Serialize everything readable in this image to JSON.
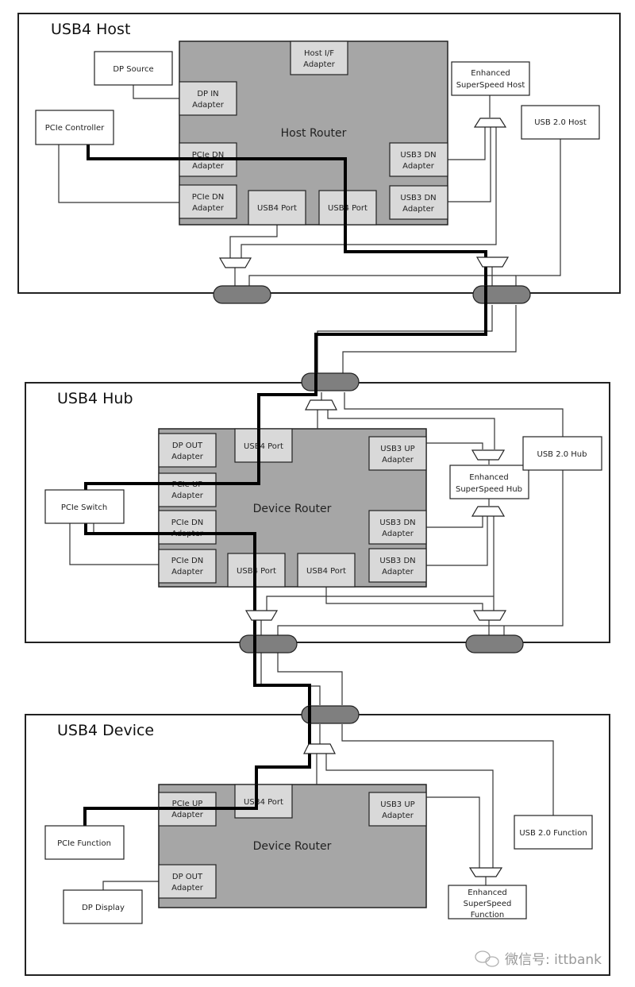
{
  "diagram": {
    "title": "USB4 Host / Hub / Device topology",
    "colors": {
      "router_fill": "#a6a6a6",
      "adapter_fill": "#d9d9d9",
      "cable_fill": "#7f7f7f",
      "box_fill": "#ffffff",
      "line": "#222222",
      "highlight_path": "#000000"
    },
    "host": {
      "title": "USB4 Host",
      "router": "Host Router",
      "adapters": {
        "host_if": [
          "Host I/F",
          "Adapter"
        ],
        "dp_in": [
          "DP IN",
          "Adapter"
        ],
        "pcie_dn_1": [
          "PCIe DN",
          "Adapter"
        ],
        "pcie_dn_2": [
          "PCIe DN",
          "Adapter"
        ],
        "usb4_port_1": [
          "USB4 Port"
        ],
        "usb4_port_2": [
          "USB4 Port"
        ],
        "usb3_dn_1": [
          "USB3 DN",
          "Adapter"
        ],
        "usb3_dn_2": [
          "USB3 DN",
          "Adapter"
        ]
      },
      "external": {
        "dp_source": [
          "DP Source"
        ],
        "pcie_controller": [
          "PCIe Controller"
        ],
        "ess_host": [
          "Enhanced",
          "SuperSpeed Host"
        ],
        "usb2_host": [
          "USB 2.0 Host"
        ]
      }
    },
    "hub": {
      "title": "USB4 Hub",
      "router": "Device Router",
      "adapters": {
        "dp_out": [
          "DP OUT",
          "Adapter"
        ],
        "usb4_up": [
          "USB4 Port"
        ],
        "pcie_up": [
          "PCIe UP",
          "Adapter"
        ],
        "pcie_dn_1": [
          "PCIe DN",
          "Adapter"
        ],
        "pcie_dn_2": [
          "PCIe DN",
          "Adapter"
        ],
        "usb4_dn_1": [
          "USB4 Port"
        ],
        "usb4_dn_2": [
          "USB4 Port"
        ],
        "usb3_up": [
          "USB3 UP",
          "Adapter"
        ],
        "usb3_dn_1": [
          "USB3 DN",
          "Adapter"
        ],
        "usb3_dn_2": [
          "USB3 DN",
          "Adapter"
        ]
      },
      "external": {
        "pcie_switch": [
          "PCIe Switch"
        ],
        "ess_hub": [
          "Enhanced",
          "SuperSpeed Hub"
        ],
        "usb2_hub": [
          "USB 2.0 Hub"
        ]
      }
    },
    "device": {
      "title": "USB4 Device",
      "router": "Device Router",
      "adapters": {
        "pcie_up": [
          "PCIe UP",
          "Adapter"
        ],
        "usb4_port": [
          "USB4 Port"
        ],
        "usb3_up": [
          "USB3 UP",
          "Adapter"
        ],
        "dp_out": [
          "DP OUT",
          "Adapter"
        ]
      },
      "external": {
        "pcie_function": [
          "PCIe Function"
        ],
        "dp_display": [
          "DP Display"
        ],
        "usb2_function": [
          "USB 2.0 Function"
        ],
        "ess_function": [
          "Enhanced",
          "SuperSpeed",
          "Function"
        ]
      }
    },
    "highlighted_path": "PCIe Controller → Host PCIe DN Adapter → USB4 Port → Hub USB4 Port → PCIe UP Adapter → PCIe Switch → PCIe DN Adapter → USB4 Port → Device USB4 Port → PCIe UP Adapter → PCIe Function",
    "watermark": "微信号: ittbank"
  }
}
